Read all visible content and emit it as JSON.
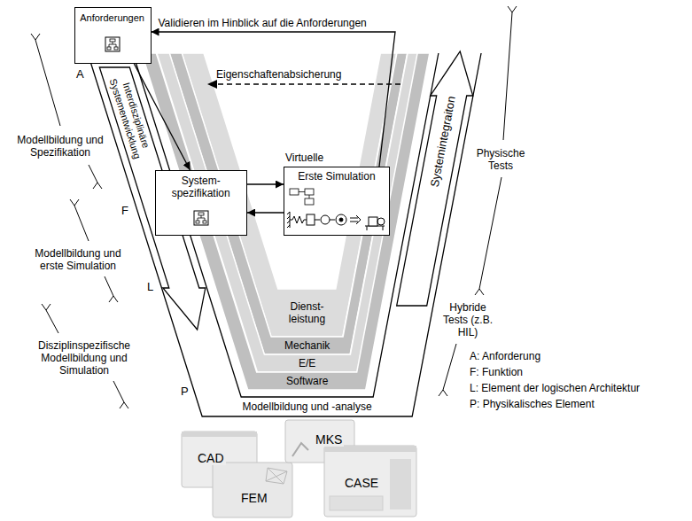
{
  "diagram": {
    "nodes": [
      {
        "text": [
          "Anforderungen"
        ]
      },
      {
        "text": [
          "System- spezifikation"
        ]
      },
      {
        "text": [
          "Erste Simulation"
        ]
      },
      {
        "text": [
          "Dienst- leistung"
        ]
      },
      {
        "text": [
          "Mechanik"
        ]
      },
      {
        "text": [
          "E/E"
        ]
      },
      {
        "text": [
          "Software"
        ]
      },
      {
        "text": [
          "Modellbildung und -analyse"
        ]
      }
    ],
    "edges": [
      {
        "from": 0,
        "to": 1,
        "arrow": "to"
      },
      {
        "from": 1,
        "to": 2,
        "arrow": "to"
      },
      {
        "from": 2,
        "to": 1,
        "arrow": "to"
      },
      {
        "from": 2,
        "to": 0,
        "arrow": "to",
        "label": "Validieren im Hinblick auf die Anforderungen"
      }
    ],
    "labels": [
      "Eigenschaftenabsicherung",
      "Virtuelle",
      "Interdisziplinäre Systementwicklung",
      "Systemintegraiton",
      "A",
      "F",
      "L",
      "P",
      "Modellbildung und Spezifikation",
      "Modellbildung und erste Simulation",
      "Disziplinspezifische Modellbildung und Simulation",
      "Physische Tests",
      "Hybride Tests (z.B. HIL)",
      "CAD",
      "FEM",
      "MKS",
      "CASE"
    ],
    "legend": [
      {
        "text": "A: Anforderung"
      },
      {
        "text": "F: Funktion"
      },
      {
        "text": "L: Element der logischen Architektur"
      },
      {
        "text": "P: Physikalisches Element"
      }
    ]
  }
}
